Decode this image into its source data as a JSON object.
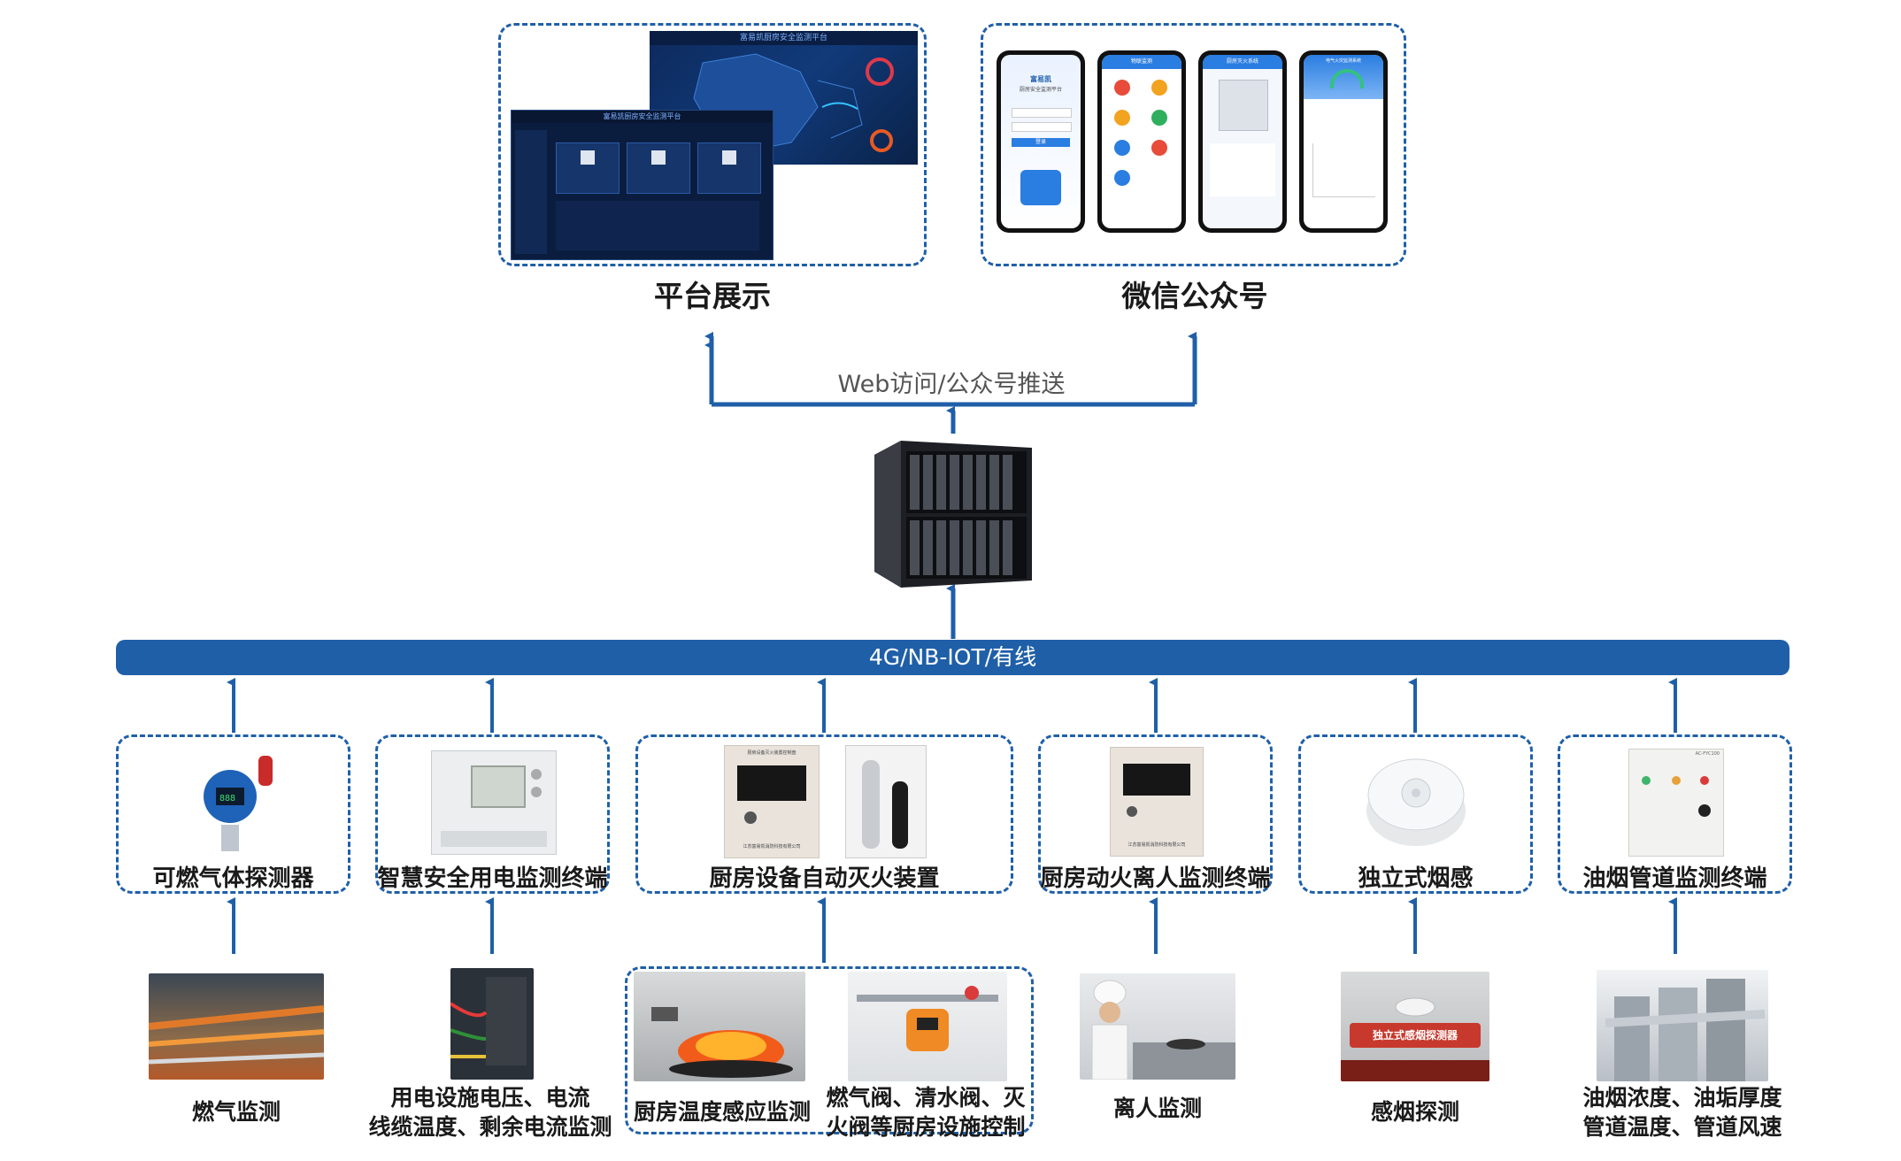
{
  "top": {
    "platform_label": "平台展示",
    "wechat_label": "微信公众号",
    "push_label": "Web访问/公众号推送",
    "dashboard_title_1": "富易凯厨房安全监测平台",
    "dashboard_title_2": "富易凯厨房安全监测平台",
    "phone_texts": [
      "富易凯",
      "厨房安全监测平台",
      "登录",
      "物联监测",
      "厨房灭火系统",
      "电气火灾监测系统"
    ]
  },
  "network": {
    "bus_label": "4G/NB-IOT/有线"
  },
  "devices": [
    {
      "name": "可燃气体探测器"
    },
    {
      "name": "智慧安全用电监测终端"
    },
    {
      "name": "厨房设备自动灭火装置"
    },
    {
      "name": "厨房动火离人监测终端"
    },
    {
      "name": "独立式烟感"
    },
    {
      "name": "油烟管道监测终端"
    }
  ],
  "sources": [
    {
      "lines": [
        "燃气监测"
      ]
    },
    {
      "lines": [
        "用电设施电压、电流",
        "线缆温度、剩余电流监测"
      ]
    },
    {
      "lines": [
        "厨房温度感应监测"
      ]
    },
    {
      "lines": [
        "燃气阀、清水阀、灭",
        "火阀等厨房设施控制"
      ]
    },
    {
      "lines": [
        "离人监测"
      ]
    },
    {
      "lines": [
        "感烟探测"
      ]
    },
    {
      "lines": [
        "油烟浓度、油垢厚度",
        "管道温度、管道风速"
      ]
    }
  ],
  "photo_captions": {
    "smoke_detector_tag": "独立式感烟探测器",
    "fire_panel_title": "厨房设备灭火装置控制盘",
    "fire_panel_company": "江苏富易凯消防科技有限公司",
    "nobody_panel_company": "江苏富易凯消防科技有限公司",
    "duct_panel_model": "AC-FYC100"
  },
  "colors": {
    "accent": "#1f5fa8",
    "bus": "#1f5fa8"
  }
}
